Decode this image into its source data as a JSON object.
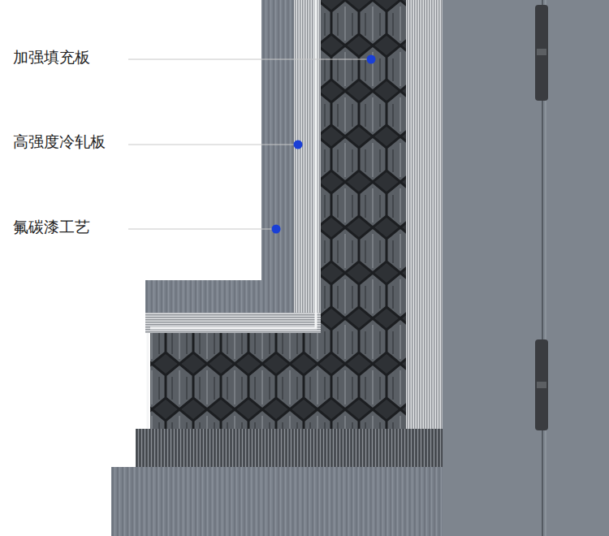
{
  "diagram": {
    "labels": [
      "加强填充板",
      "高强度冷轧板",
      "氟碳漆工艺"
    ]
  }
}
